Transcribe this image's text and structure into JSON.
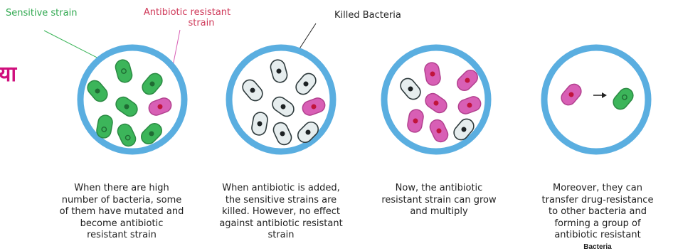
{
  "labels": {
    "sensitive": "Sensitive strain",
    "resistant_line1": "Antibiotic resistant",
    "resistant_line2": "strain",
    "killed": "Killed Bacteria",
    "side_fragment": "या"
  },
  "captions": [
    [
      "When there are high",
      "number of bacteria, some",
      "of them have mutated and",
      "become antibiotic",
      "resistant strain"
    ],
    [
      "When antibiotic is added,",
      "the sensitive strains are",
      "killed. However, no effect",
      "against antibiotic resistant",
      "strain"
    ],
    [
      "Now, the antibiotic",
      "resistant strain can grow",
      "and multiply"
    ],
    [
      "Moreover, they can",
      "transfer drug-resistance",
      "to other bacteria and",
      "forming a group of",
      "antibiotic resistant"
    ]
  ],
  "subcaption": "Bacteria",
  "colors": {
    "dish_ring": "#5aaee0",
    "sensitive": "#3cb55a",
    "resistant": "#d85fb5",
    "killed": "#e6edee",
    "sensitive_label": "#2fa84f",
    "resistant_label": "#cf3a5a",
    "hindi": "#d0107d"
  },
  "icons": [
    "arrow-right-icon"
  ]
}
